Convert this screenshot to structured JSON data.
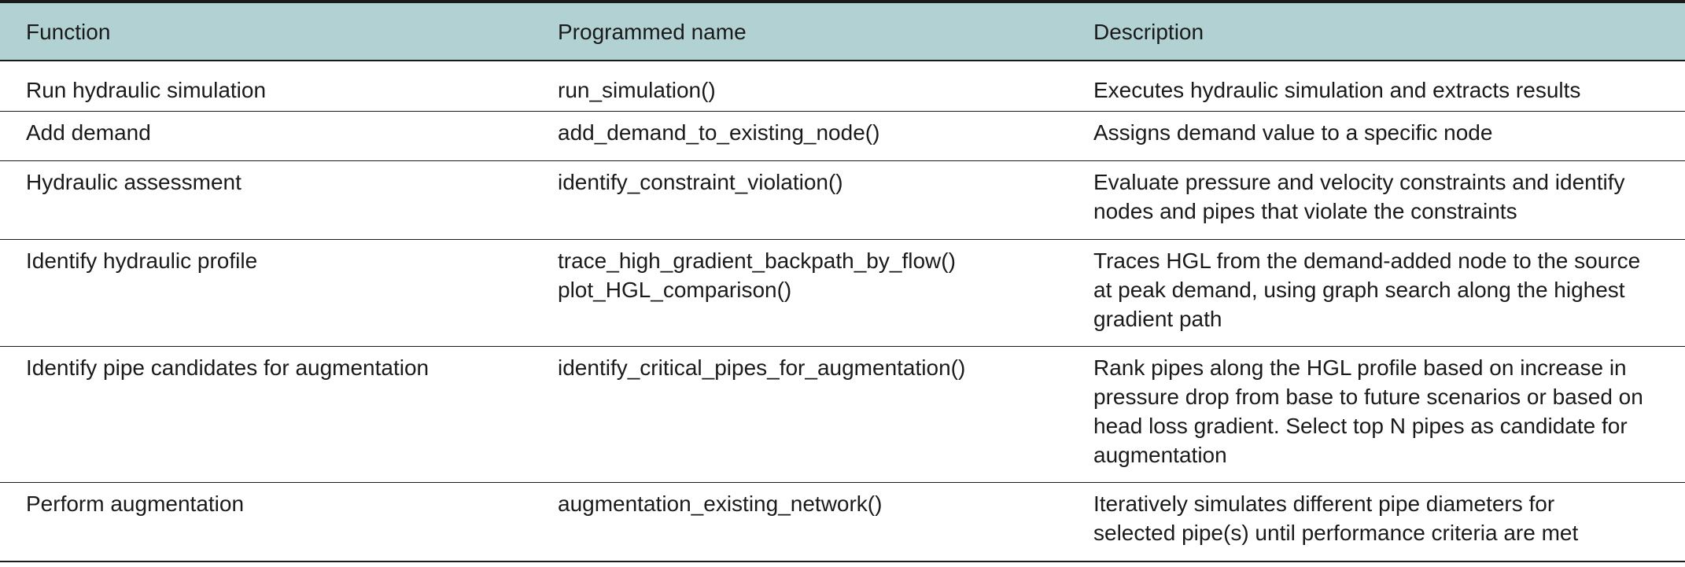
{
  "table": {
    "headers": [
      "Function",
      "Programmed name",
      "Description"
    ],
    "rows": [
      {
        "function": "Run hydraulic simulation",
        "names": [
          "run_simulation()"
        ],
        "description": [
          "Executes hydraulic simulation and extracts results"
        ]
      },
      {
        "function": "Add demand",
        "names": [
          "add_demand_to_existing_node()"
        ],
        "description": [
          "Assigns demand value to a specific node"
        ]
      },
      {
        "function": "Hydraulic assessment",
        "names": [
          "identify_constraint_violation()"
        ],
        "description": [
          "Evaluate pressure and velocity constraints and identify",
          "nodes and pipes that violate the constraints"
        ]
      },
      {
        "function": "Identify hydraulic profile",
        "names": [
          "trace_high_gradient_backpath_by_flow()",
          "plot_HGL_comparison()"
        ],
        "description": [
          "Traces HGL from the demand-added node to the source",
          "at peak demand, using graph search along the highest",
          "gradient path"
        ]
      },
      {
        "function": "Identify pipe candidates for augmentation",
        "names": [
          "identify_critical_pipes_for_augmentation()"
        ],
        "description": [
          "Rank pipes along the HGL profile based on increase in",
          "pressure drop from base to future scenarios or based on",
          "head loss gradient. Select top N pipes as candidate for",
          "augmentation"
        ]
      },
      {
        "function": "Perform augmentation",
        "names": [
          "augmentation_existing_network()"
        ],
        "description": [
          "Iteratively simulates different pipe diameters for",
          "selected pipe(s) until performance criteria are met"
        ]
      }
    ]
  },
  "colors": {
    "header_bg": "#b1d1d3",
    "rule": "#1a1a1a",
    "text": "#1a1a1a"
  }
}
